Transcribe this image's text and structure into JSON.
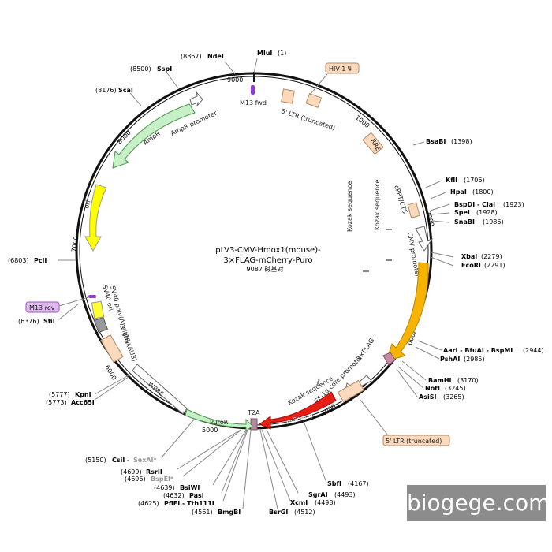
{
  "title": {
    "line1": "pLV3-CMV-Hmox1(mouse)-",
    "line2": "3×FLAG-mCherry-Puro",
    "size": "9087 碱基对"
  },
  "ticks": [
    "1000",
    "2000",
    "3000",
    "4000",
    "5000",
    "6000",
    "7000",
    "8000",
    "9000"
  ],
  "sites": [
    {
      "name": "MluI",
      "pos": "(1)"
    },
    {
      "name": "NdeI",
      "pos": "(8867)"
    },
    {
      "name": "SspI",
      "pos": "(8500)"
    },
    {
      "name": "ScaI",
      "pos": "(8176)"
    },
    {
      "name": "BsaBI",
      "pos": "(1398)"
    },
    {
      "name": "KflI",
      "pos": "(1706)"
    },
    {
      "name": "HpaI",
      "pos": "(1800)"
    },
    {
      "name": "BspDI - ClaI",
      "pos": "(1923)"
    },
    {
      "name": "SpeI",
      "pos": "(1928)"
    },
    {
      "name": "SnaBI",
      "pos": "(1986)"
    },
    {
      "name": "XbaI",
      "pos": "(2279)"
    },
    {
      "name": "EcoRI",
      "pos": "(2291)"
    },
    {
      "name": "AarI - BfuAI - BspMI",
      "pos": "(2944)"
    },
    {
      "name": "PshAI",
      "pos": "(2985)"
    },
    {
      "name": "BamHI",
      "pos": "(3170)"
    },
    {
      "name": "NotI",
      "pos": "(3245)"
    },
    {
      "name": "AsiSI",
      "pos": "(3265)"
    },
    {
      "name": "SbfI",
      "pos": "(4167)"
    },
    {
      "name": "SgrAI",
      "pos": "(4493)"
    },
    {
      "name": "XcmI",
      "pos": "(4498)"
    },
    {
      "name": "BsrGI",
      "pos": "(4512)"
    },
    {
      "name": "BmgBI",
      "pos": "(4561)"
    },
    {
      "name": "PflFI - Tth111I",
      "pos": "(4625)"
    },
    {
      "name": "PasI",
      "pos": "(4632)"
    },
    {
      "name": "BsiWI",
      "pos": "(4639)"
    },
    {
      "name": "BspEI*",
      "pos": "(4696)"
    },
    {
      "name": "RsrII",
      "pos": "(4699)"
    },
    {
      "name": "CsiI",
      "pos": "(5150)"
    },
    {
      "name": "SexAI*",
      "pos": ""
    },
    {
      "name": "Acc65I",
      "pos": "(5773)"
    },
    {
      "name": "KpnI",
      "pos": "(5777)"
    },
    {
      "name": "SfiI",
      "pos": "(6376)"
    },
    {
      "name": "PciI",
      "pos": "(6803)"
    }
  ],
  "features": {
    "hiv": "HIV-1 Ψ",
    "m13fwd": "M13 fwd",
    "ltr5": "5' LTR (truncated)",
    "rre": "RRE",
    "cppt": "cPPT/CTS",
    "cmv": "CMV promoter",
    "kozak": "Kozak sequence",
    "hmox1": "Hmox1",
    "flag": "3×FLAG",
    "ef1a": "EF-1α core promoter",
    "ltr5b": "5' LTR (truncated)",
    "mcherry": "mCherry",
    "t2a": "T2A",
    "puror": "PuroR",
    "wpre": "WPRE",
    "ltr3": "3' LTR (ΔU3)",
    "sv40pa": "SV40 poly(A) signal",
    "sv40ori": "SV40 ori",
    "m13rev": "M13 rev",
    "ori": "ori",
    "ampr": "AmpR",
    "amprp": "AmpR promoter"
  },
  "watermark": "biogege.com"
}
